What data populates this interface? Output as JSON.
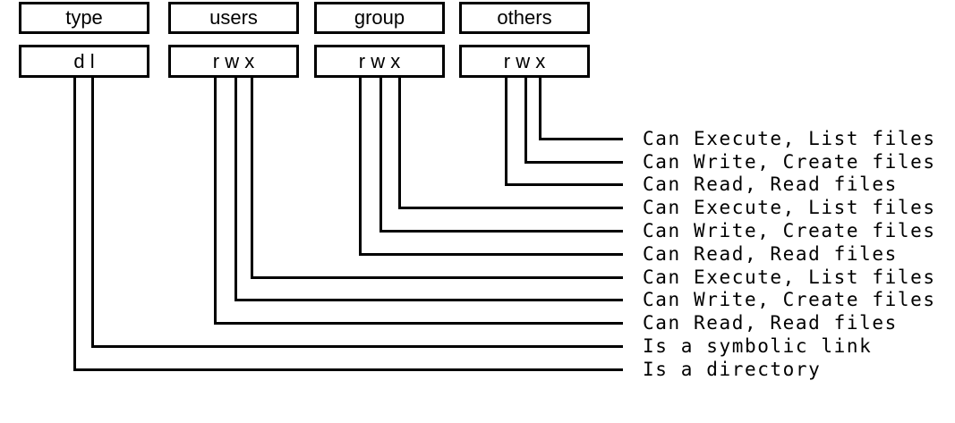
{
  "headers": [
    {
      "label": "type"
    },
    {
      "label": "users"
    },
    {
      "label": "group"
    },
    {
      "label": "others"
    }
  ],
  "flags": [
    {
      "label": "d l"
    },
    {
      "label": "r w x"
    },
    {
      "label": "r w x"
    },
    {
      "label": "r w x"
    }
  ],
  "descriptions": [
    "Can Execute, List files",
    "Can Write, Create files",
    "Can Read, Read files",
    "Can Execute, List files",
    "Can Write, Create files",
    "Can Read, Read files",
    "Can Execute, List files",
    "Can Write, Create files",
    "Can Read, Read files",
    "Is a symbolic link",
    "Is a directory"
  ]
}
